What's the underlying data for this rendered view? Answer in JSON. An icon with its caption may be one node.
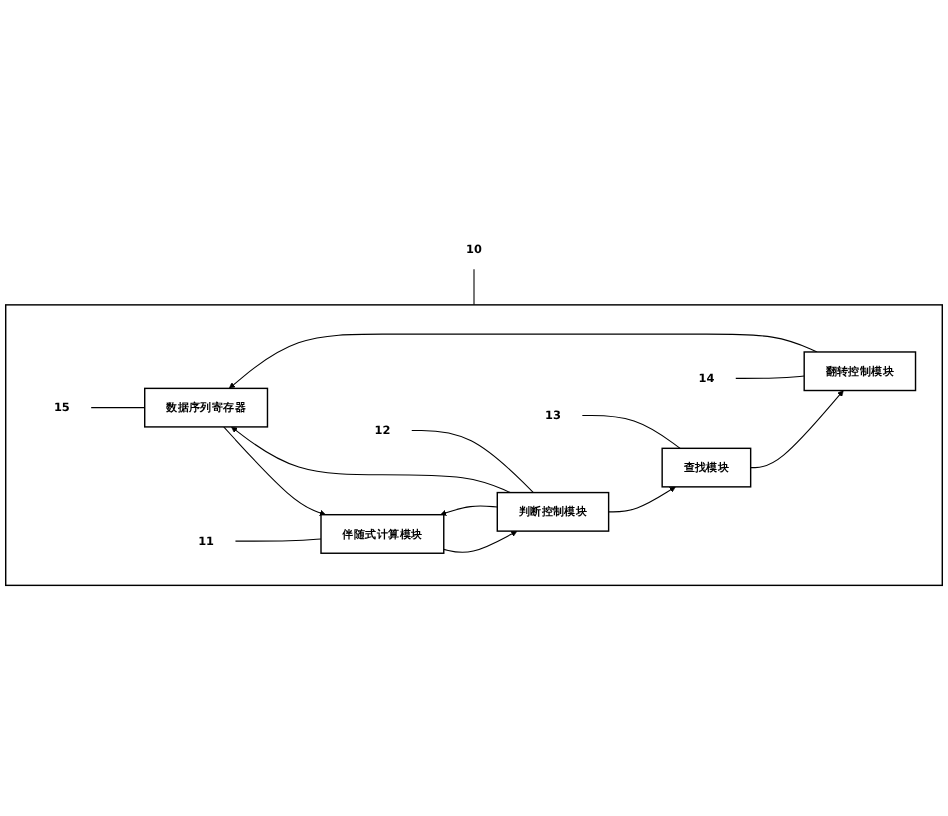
{
  "diagram": {
    "nodes": [
      {
        "text": [
          "10"
        ]
      },
      {
        "text": [],
        "shape": "box"
      },
      {
        "text": [
          "15"
        ],
        "in": 1
      },
      {
        "text": [
          "数据序列寄存器"
        ],
        "in": 1
      },
      {
        "text": [
          "11"
        ],
        "in": 1
      },
      {
        "text": [
          "伴随式计算模块"
        ],
        "in": 1
      },
      {
        "text": [
          "12"
        ],
        "in": 1
      },
      {
        "text": [
          "判断控制模块"
        ],
        "in": 1
      },
      {
        "text": [
          "14"
        ],
        "in": 1
      },
      {
        "text": [
          "翻转控制模块"
        ],
        "in": 1
      },
      {
        "text": [
          "13"
        ],
        "in": 1
      },
      {
        "text": [
          "查找模块"
        ],
        "in": 1
      }
    ],
    "edges": [
      {
        "from": 3,
        "to": 5,
        "arrow": "to"
      },
      {
        "from": 5,
        "to": 7,
        "arrow": "to"
      },
      {
        "from": 7,
        "to": 5,
        "arrow": "to"
      },
      {
        "from": 7,
        "to": 3,
        "arrow": "to"
      },
      {
        "from": 7,
        "to": 11,
        "arrow": "to"
      },
      {
        "from": 11,
        "to": 9,
        "arrow": "to"
      },
      {
        "from": 9,
        "to": 3,
        "arrow": "to"
      },
      {
        "from": 0,
        "to": 1,
        "arrow": "none"
      },
      {
        "from": 2,
        "to": 3,
        "arrow": "none"
      },
      {
        "from": 4,
        "to": 5,
        "arrow": "none"
      },
      {
        "from": 6,
        "to": 7,
        "arrow": "none"
      },
      {
        "from": 8,
        "to": 9,
        "arrow": "none"
      },
      {
        "from": 10,
        "to": 11,
        "arrow": "none"
      }
    ]
  }
}
